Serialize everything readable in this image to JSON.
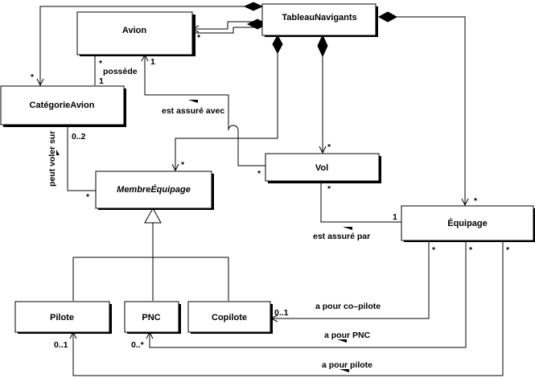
{
  "classes": {
    "avion": "Avion",
    "tableau": "TableauNavigants",
    "categorie": "CatégorieAvion",
    "membre": "MembreÉquipage",
    "vol": "Vol",
    "equipage": "Équipage",
    "pilote": "Pilote",
    "pnc": "PNC",
    "copilote": "Copilote"
  },
  "associations": {
    "possede": "possède",
    "assure_avec": "est assuré avec",
    "peut_voler_sur": "peut voler sur",
    "assure_par": "est assuré par",
    "copilote": "a pour co–pilote",
    "pnc": "a pour PNC",
    "pilote": "a pour pilote"
  },
  "multiplicities": {
    "tab_avion": "*",
    "tab_categorie": "*",
    "avion_possede": "*",
    "categorie_possede": "1",
    "avion_vol": "1",
    "categorie_membre": "0..2",
    "membre_categorie": "*",
    "tab_membre": "*",
    "tab_vol": "*",
    "vol_avion": "*",
    "vol_equipage": "*",
    "equipage_vol": "1",
    "tab_equipage": "*",
    "equipage_copilote": "*",
    "equipage_pnc": "*",
    "equipage_pilote": "*",
    "copilote_end": "0..1",
    "pnc_end": "0..*",
    "pilote_end": "0..1"
  }
}
